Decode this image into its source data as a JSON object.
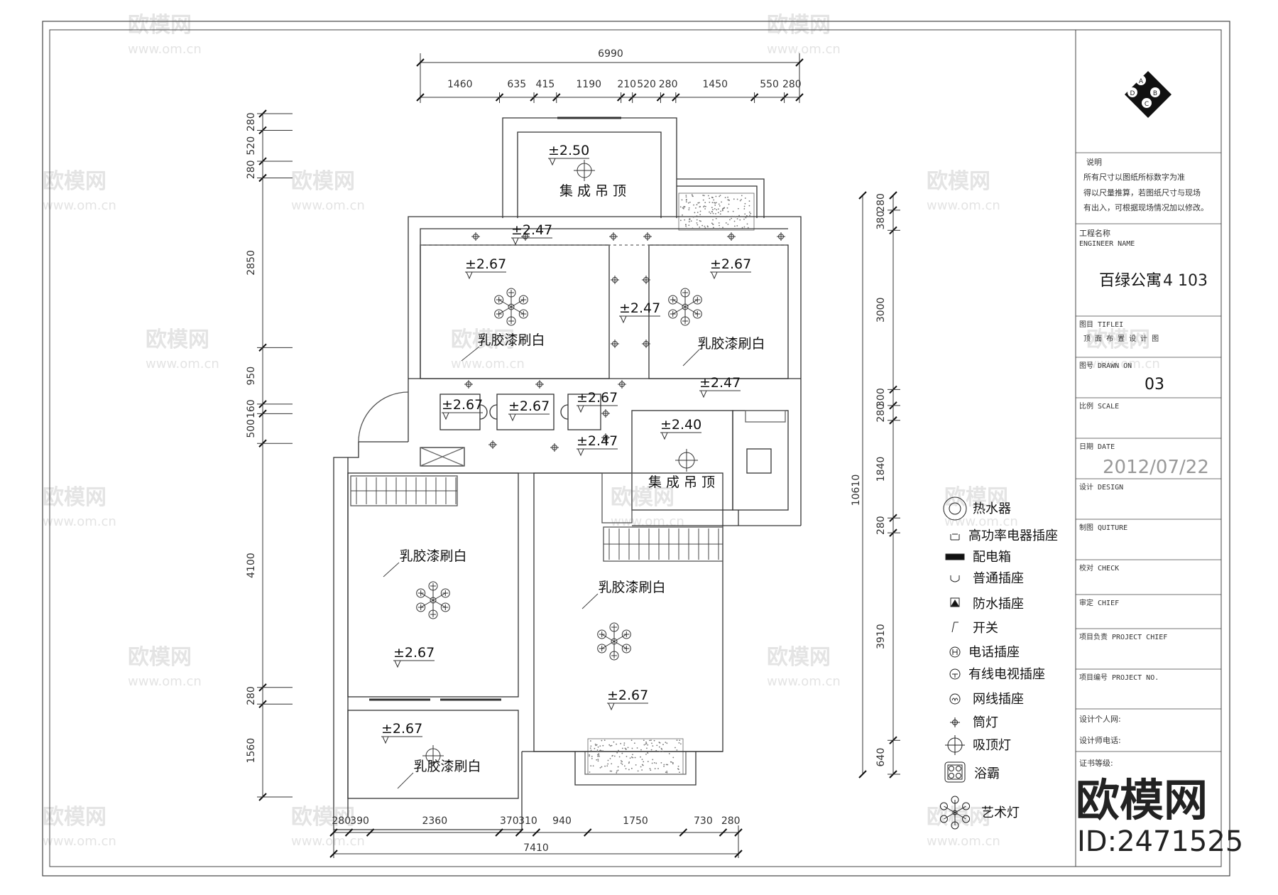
{
  "top_dims": {
    "overall": "6990",
    "segments": [
      "1460",
      "635",
      "415",
      "1190",
      "210",
      "520",
      "280",
      "1450",
      "550",
      "280"
    ]
  },
  "bottom_dims": {
    "overall": "7410",
    "segments": [
      "280",
      "390",
      "2360",
      "370",
      "310",
      "940",
      "1750",
      "730",
      "280"
    ]
  },
  "left_dims": [
    "280",
    "520",
    "280",
    "2850",
    "950",
    "160",
    "500",
    "4100",
    "280",
    "1560"
  ],
  "right_dims": {
    "overall": "10610",
    "segments": [
      "280",
      "380",
      "3000",
      "300",
      "280",
      "1840",
      "280",
      "3910",
      "640"
    ]
  },
  "levels": [
    "±2.50",
    "±2.47",
    "±2.67",
    "±2.67",
    "±2.47",
    "±2.47",
    "±2.67",
    "±2.67",
    "±2.67",
    "±2.40",
    "±2.47",
    "±2.67",
    "±2.67",
    "±2.67"
  ],
  "rooms": {
    "ceiling_1": "集 成 吊 顶",
    "ceiling_2": "集 成 吊 顶",
    "latex": "乳胶漆刷白"
  },
  "legend": [
    {
      "icon": "water-heater-icon",
      "label": "热水器"
    },
    {
      "icon": "high-power-socket-icon",
      "label": "高功率电器插座"
    },
    {
      "icon": "distribution-box-icon",
      "label": "配电箱"
    },
    {
      "icon": "socket-icon",
      "label": "普通插座"
    },
    {
      "icon": "waterproof-socket-icon",
      "label": "防水插座"
    },
    {
      "icon": "switch-icon",
      "label": "开关"
    },
    {
      "icon": "phone-socket-icon",
      "label": "电话插座"
    },
    {
      "icon": "tv-socket-icon",
      "label": "有线电视插座"
    },
    {
      "icon": "network-socket-icon",
      "label": "网线插座"
    },
    {
      "icon": "downlight-icon",
      "label": "筒灯"
    },
    {
      "icon": "ceiling-light-icon",
      "label": "吸顶灯"
    },
    {
      "icon": "bath-heater-icon",
      "label": "浴霸"
    },
    {
      "icon": "art-lamp-icon",
      "label": "艺术灯"
    }
  ],
  "title_block": {
    "logo_letters": [
      "A",
      "D",
      "B",
      "C"
    ],
    "note_title": "说明",
    "note_lines": [
      "所有尺寸以图纸所标数字为准",
      "得以尺量推算，若图纸尺寸与现场",
      "有出入，可根据现场情况加以修改。"
    ],
    "project_label": "工程名称",
    "project_label_en": "ENGINEER NAME",
    "project_name": "百绿公寓",
    "project_unit": "4  103",
    "title_label": "图目 TIFLEI",
    "title_value": "顶 面 布 置 设 计 图",
    "drawing_label": "图号 DRAWN ON",
    "drawing_no": "03",
    "scale_label": "比例 SCALE",
    "date_label": "日期 DATE",
    "date_value": "2012/07/22",
    "rows": [
      "设计 DESIGN",
      "制图 QUITURE",
      "校对 CHECK",
      "审定 CHIEF",
      "项目负责 PROJECT CHIEF",
      "项目编号 PROJECT NO."
    ],
    "personal_site": "设计个人网:",
    "designer_phone": "设计师电话:",
    "cert_level": "证书等级:"
  },
  "watermark": {
    "brand": "欧模网",
    "id": "ID:2471525",
    "url": "www.om.cn"
  }
}
